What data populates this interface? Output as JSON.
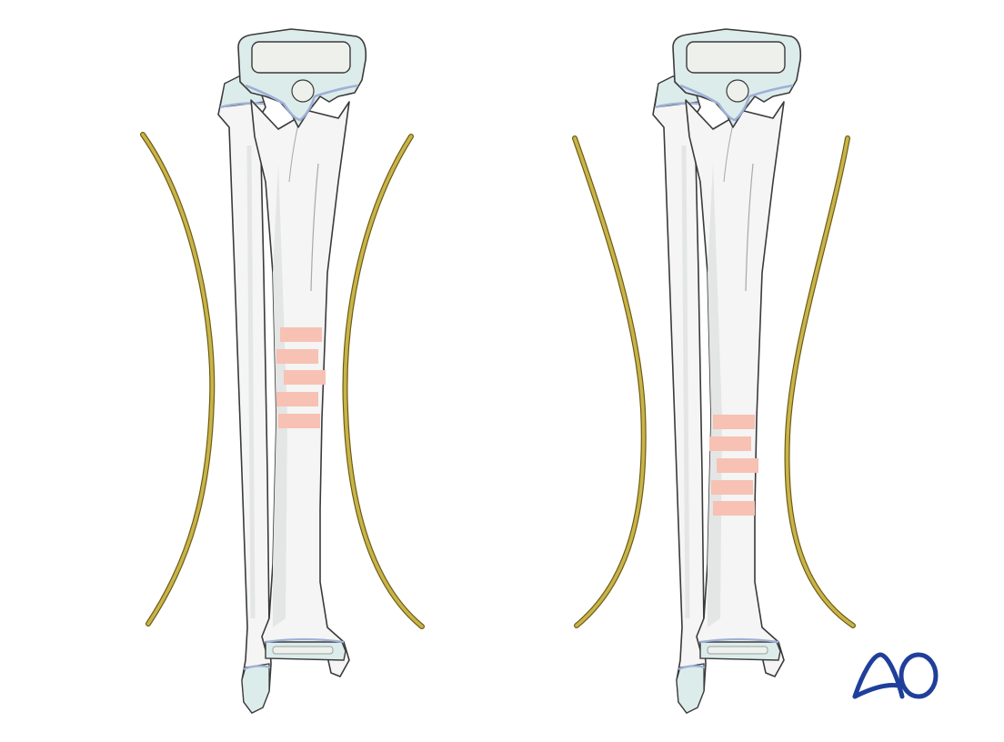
{
  "figures": [
    {
      "id": "proximal-third",
      "fracture_level": "proximal"
    },
    {
      "id": "distal-third",
      "fracture_level": "distal"
    }
  ],
  "colors": {
    "bone_fill": "#f4f5f4",
    "bone_shade": "#e3e6e5",
    "bone_outline": "#3a3a3a",
    "cartilage": "#dceceb",
    "articular_line": "#9fb0d6",
    "fracture_zone": "#f7c1b4",
    "wire": "#c8b44a",
    "wire_dark": "#6d5c12",
    "logo_blue": "#1f3f9a"
  },
  "logo": {
    "text": "AO",
    "color": "#1f3f9a"
  }
}
